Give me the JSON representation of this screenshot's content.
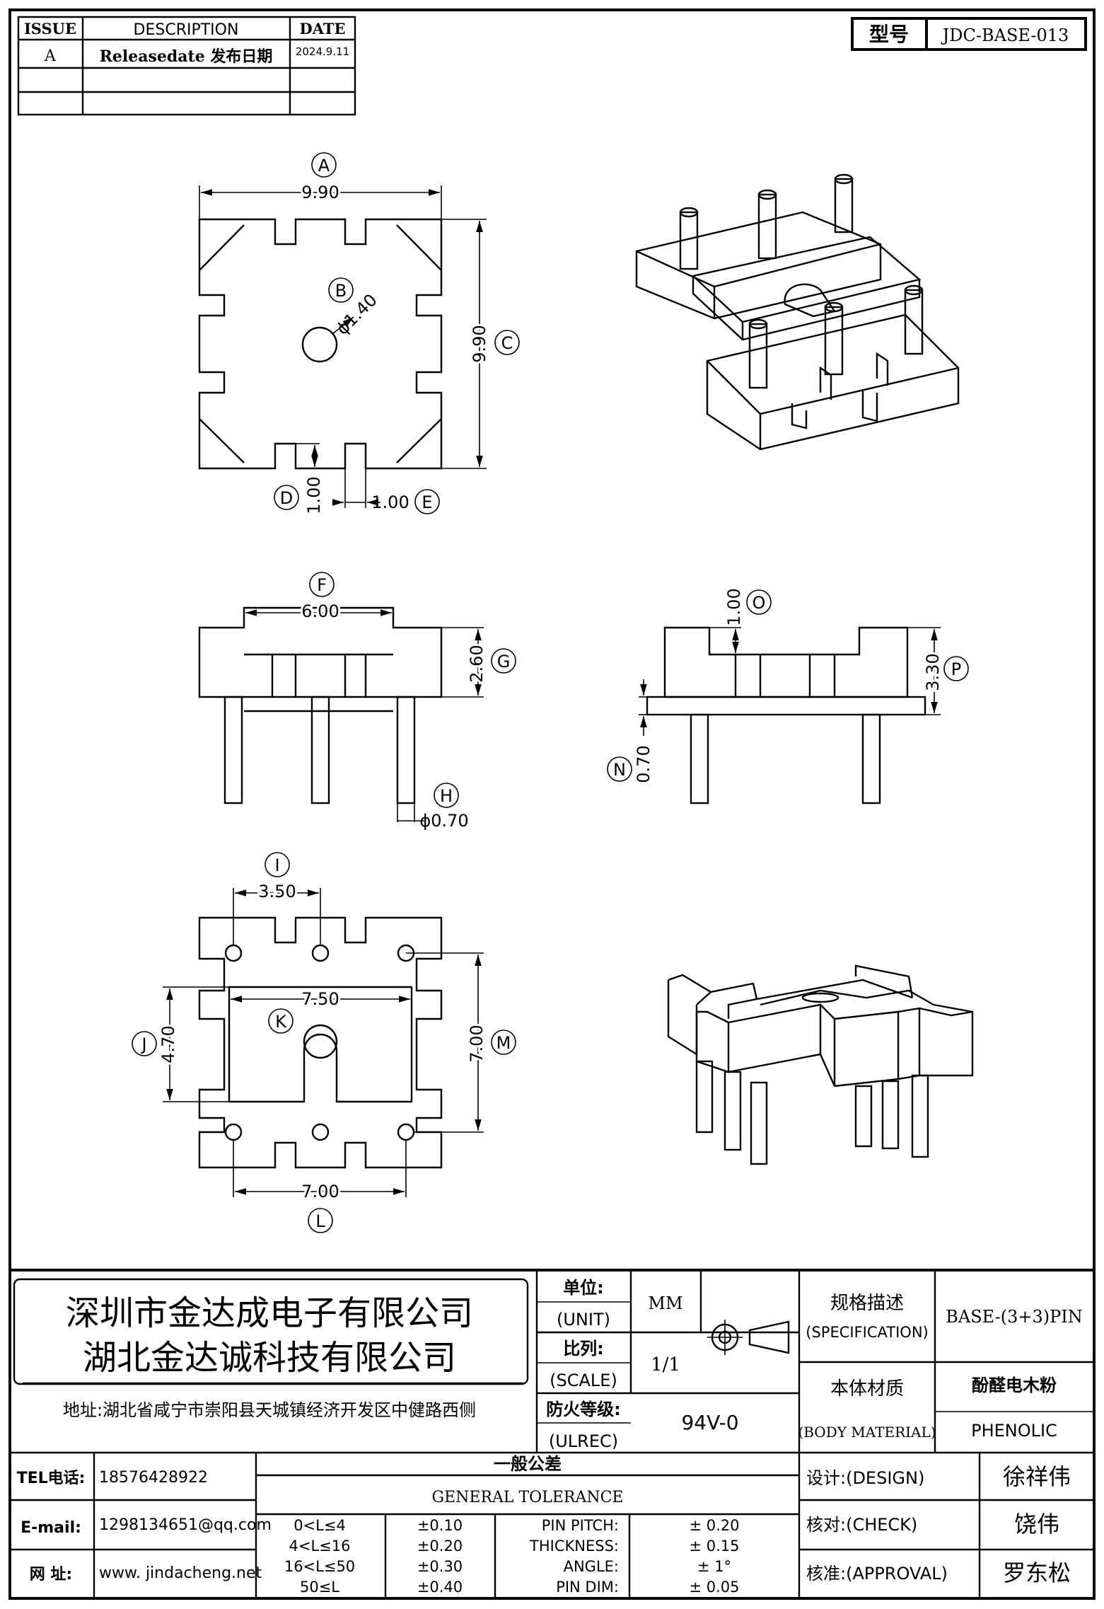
{
  "revision_table": {
    "headers": [
      "ISSUE",
      "DESCRIPTION",
      "DATE"
    ],
    "rows": [
      {
        "issue": "A",
        "description": "Releasedate 发布日期",
        "date": "2024.9.11"
      },
      {
        "issue": "",
        "description": "",
        "date": ""
      },
      {
        "issue": "",
        "description": "",
        "date": ""
      }
    ]
  },
  "model": {
    "label": "型号",
    "value": "JDC-BASE-013"
  },
  "top_view": {
    "letters": {
      "A": "A",
      "B": "B",
      "C": "C",
      "D": "D",
      "E": "E"
    },
    "dims": {
      "width": "9.90",
      "hole": "ϕ1.40",
      "height": "9.90",
      "slot_depth": "1.00",
      "slot_width": "1.00"
    }
  },
  "front_view": {
    "letters": {
      "F": "F",
      "G": "G",
      "H": "H"
    },
    "dims": {
      "top_width": "6.00",
      "body_height": "2.60",
      "pin_dia": "ϕ0.70"
    }
  },
  "side_view": {
    "letters": {
      "O": "O",
      "P": "P",
      "N": "N"
    },
    "dims": {
      "notch": "1.00",
      "total_height": "3.30",
      "flange": "0.70"
    }
  },
  "bottom_view": {
    "letters": {
      "I": "I",
      "J": "J",
      "K": "K",
      "L": "L",
      "M": "M"
    },
    "dims": {
      "pin_pitch": "3.50",
      "inner_width": "7.50",
      "inner_height": "4.70",
      "outer_height": "7.00",
      "row_span": "7.00"
    }
  },
  "title_block": {
    "company_line1": "深圳市金达成电子有限公司",
    "company_line2": "湖北金达诚科技有限公司",
    "address": "地址:湖北省咸宁市崇阳县天城镇经济开发区中健路西侧",
    "unit_label_cn": "单位:",
    "unit_label_en": "(UNIT)",
    "unit_value": "MM",
    "scale_label_cn": "比列:",
    "scale_label_en": "(SCALE)",
    "scale_value": "1/1",
    "fire_label_cn": "防火等级:",
    "fire_label_en": "(ULREC)",
    "fire_value": "94V-0",
    "spec_label_cn": "规格描述",
    "spec_label_en": "(SPECIFICATION)",
    "spec_value": "BASE-(3+3)PIN",
    "material_label_cn": "本体材质",
    "material_label_en": "(BODY MATERIAL)",
    "material_value_cn": "酚醛电木粉",
    "material_value_en": "PHENOLIC",
    "tel_label": "TEL电话:",
    "tel_value": "18576428922",
    "email_label": "E-mail:",
    "email_value": "1298134651@qq.com",
    "web_label": "网  址:",
    "web_value": "www. jindacheng.net",
    "tolerance_title_cn": "一般公差",
    "tolerance_title_en": "GENERAL TOLERANCE",
    "tolerance_rows": [
      {
        "range": "0<L≤4",
        "tol": "±0.10",
        "item": "PIN PITCH:",
        "value": "± 0.20"
      },
      {
        "range": "4<L≤16",
        "tol": "±0.20",
        "item": "THICKNESS:",
        "value": "± 0.15"
      },
      {
        "range": "16<L≤50",
        "tol": "±0.30",
        "item": "ANGLE:",
        "value": "± 1°"
      },
      {
        "range": "50≤L",
        "tol": "±0.40",
        "item": "PIN DIM:",
        "value": "± 0.05"
      }
    ],
    "design_label": "设计:(DESIGN)",
    "design_value": "徐祥伟",
    "check_label": "核对:(CHECK)",
    "check_value": "饶伟",
    "approval_label": "核准:(APPROVAL)",
    "approval_value": "罗东松"
  }
}
